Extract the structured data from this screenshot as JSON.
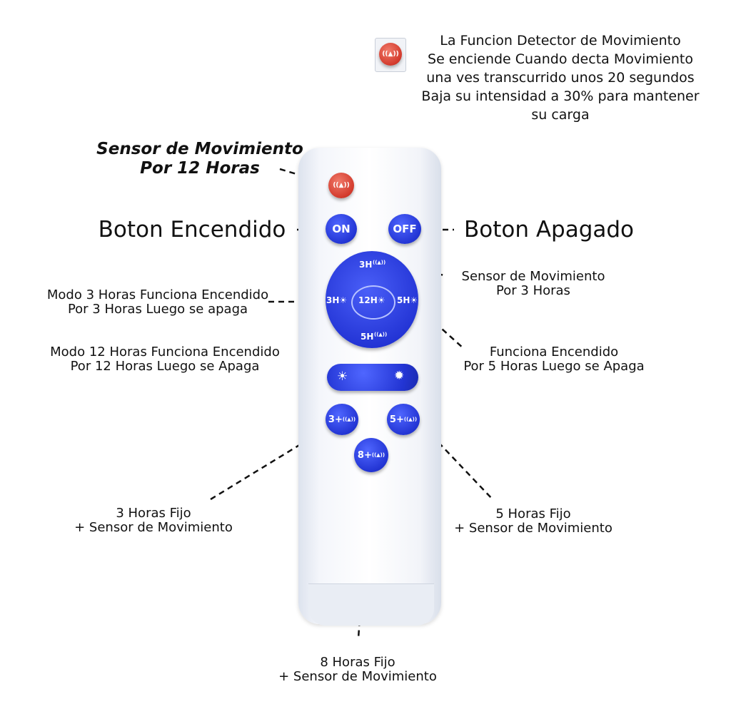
{
  "info_note": {
    "lines": [
      "La Funcion Detector de Movimiento",
      "Se enciende Cuando decta Movimiento",
      "una ves transcurrido unos 20 segundos",
      "Baja su intensidad a 30%  para mantener",
      "su carga"
    ],
    "icon": "motion-sensor-icon"
  },
  "labels": {
    "sensor12": [
      "Sensor de Movimiento",
      "Por 12 Horas"
    ],
    "on": "Boton Encendido",
    "off": "Boton Apagado",
    "sensor3": [
      "Sensor de Movimiento",
      "Por 3 Horas"
    ],
    "modo3": [
      "Modo 3 Horas Funciona Encendido",
      "Por 3 Horas Luego se apaga"
    ],
    "modo12": [
      "Modo 12 Horas Funciona Encendido",
      "Por 12 Horas Luego se Apaga"
    ],
    "modo5": [
      "Funciona Encendido",
      "Por 5 Horas Luego se Apaga"
    ],
    "fijo3": [
      "3 Horas Fijo",
      "+ Sensor de Movimiento"
    ],
    "fijo5": [
      "5 Horas Fijo",
      "+ Sensor de Movimiento"
    ],
    "fijo8": [
      "8 Horas Fijo",
      "+ Sensor de Movimiento"
    ]
  },
  "remote": {
    "on": "ON",
    "off": "OFF",
    "pad_top": "3H",
    "pad_left": "3H☀",
    "pad_center": "12H☀",
    "pad_right": "5H☀",
    "pad_bottom": "5H",
    "dim": "☀",
    "bright": "✹",
    "b3": "3+",
    "b5": "5+",
    "b8": "8+",
    "sensor_glyph": "((▲))"
  },
  "colors": {
    "button_blue": "#2335d4",
    "sensor_red": "#d33a2c",
    "remote_body": "#f4f6fb"
  }
}
